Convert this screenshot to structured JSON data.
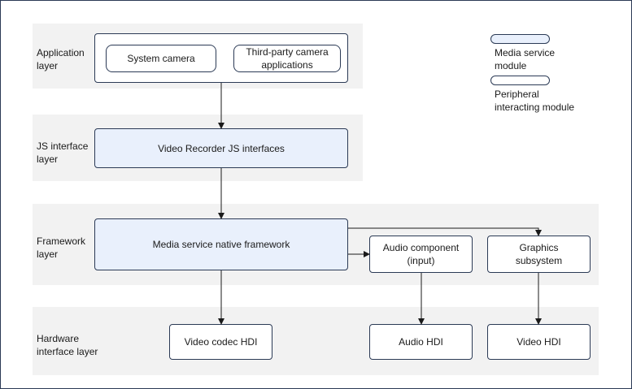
{
  "layers": {
    "application": "Application\nlayer",
    "js_interface": "JS interface\nlayer",
    "framework": "Framework\nlayer",
    "hardware": "Hardware\ninterface layer"
  },
  "boxes": {
    "system_camera": "System camera",
    "third_party": "Third-party camera\napplications",
    "js_interfaces": "Video Recorder JS interfaces",
    "native_framework": "Media service native framework",
    "audio_component": "Audio component\n(input)",
    "graphics": "Graphics\nsubsystem",
    "video_codec_hdi": "Video codec HDI",
    "audio_hdi": "Audio HDI",
    "video_hdi": "Video HDI"
  },
  "legend": {
    "media_service": "Media service\nmodule",
    "peripheral": "Peripheral\ninteracting module"
  },
  "colors": {
    "media_fill": "#e9f0fc",
    "layer_fill": "#f2f2f2",
    "border": "#2b3a55"
  }
}
